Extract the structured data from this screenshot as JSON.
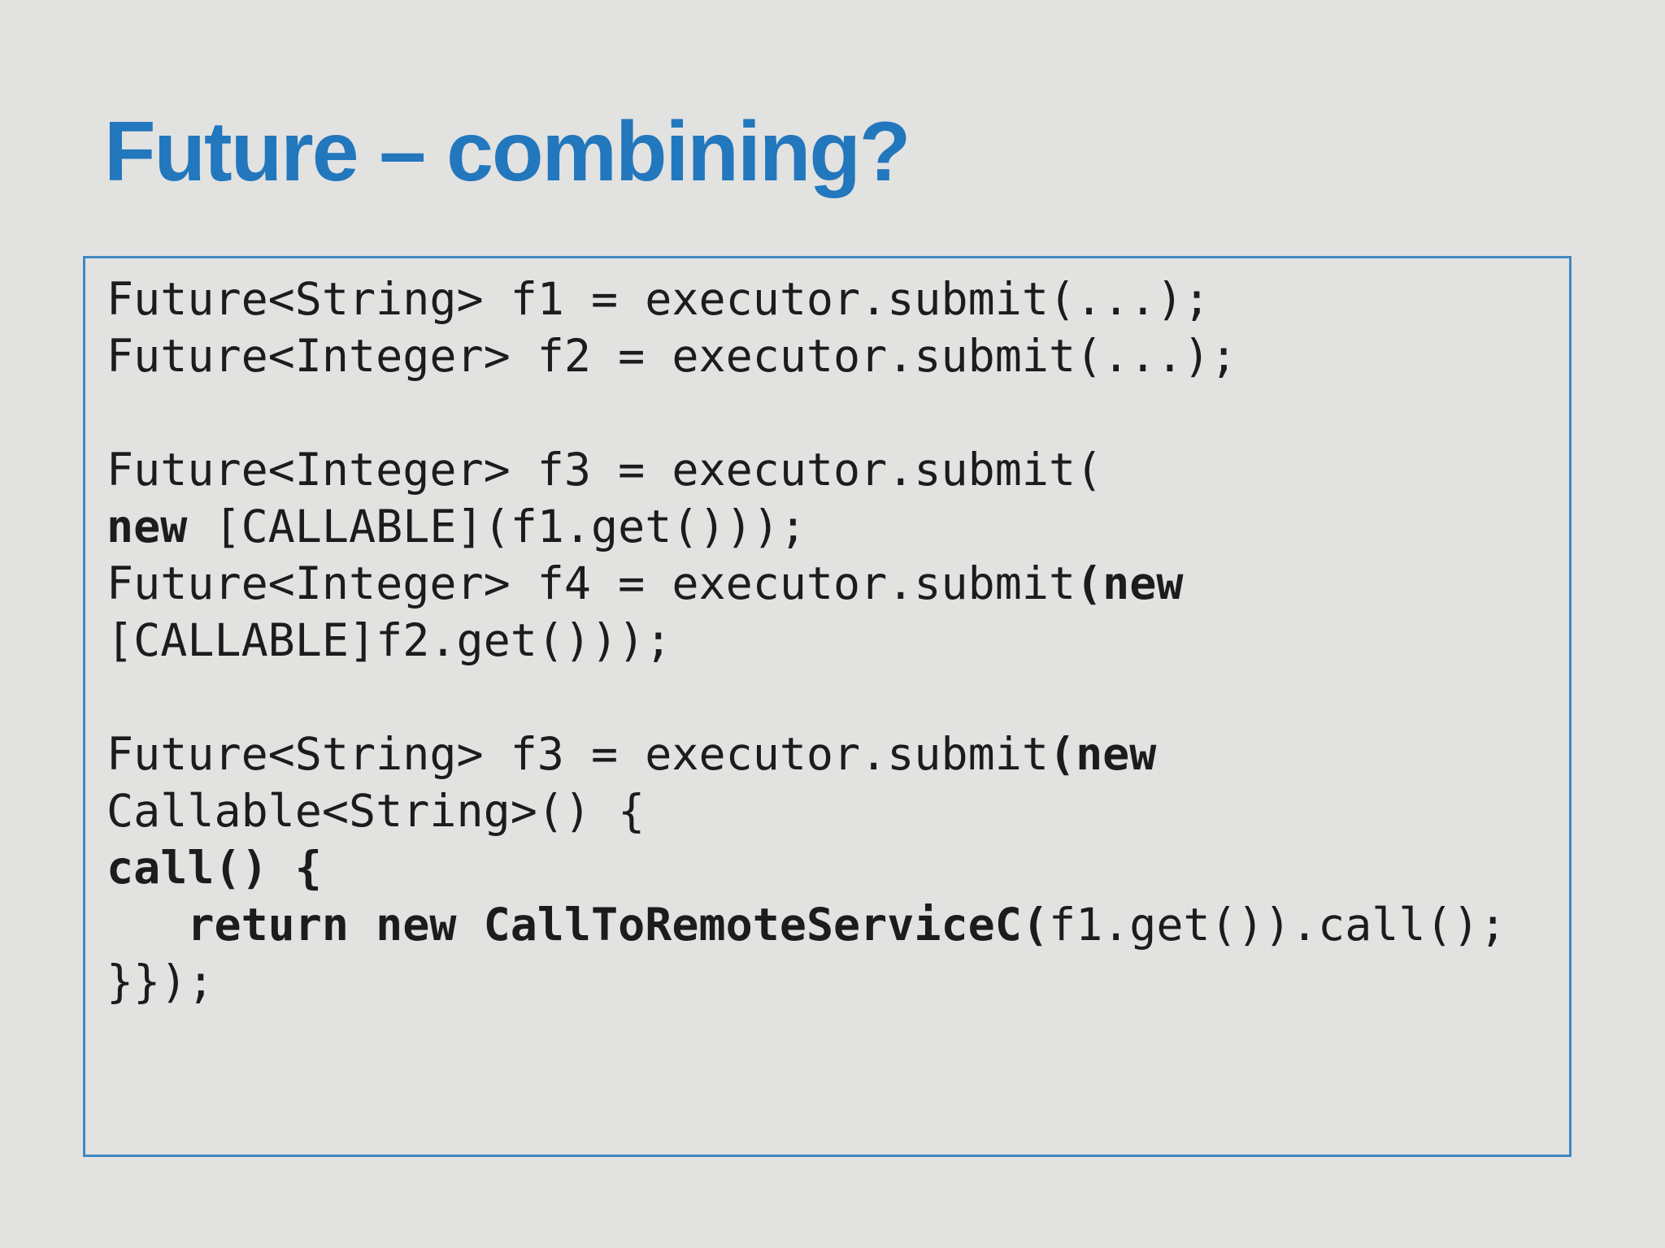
{
  "slide": {
    "title": "Future – combining?",
    "colors": {
      "background": "#e2e2e1",
      "title_text": "#2277bd",
      "code_text": "#1c1c1c",
      "code_box_border": "#4288c4"
    },
    "code_box": {
      "language_hint": "java",
      "lines": [
        [
          {
            "t": "Future<String> f1 = executor.submit(...);",
            "b": false
          }
        ],
        [
          {
            "t": "Future<Integer> f2 = executor.submit(...);",
            "b": false
          }
        ],
        [],
        [
          {
            "t": "Future<Integer> f3 = executor.submit(",
            "b": false
          }
        ],
        [
          {
            "t": "new ",
            "b": true
          },
          {
            "t": "[CALLABLE](f1.get()));",
            "b": false
          }
        ],
        [
          {
            "t": "Future<Integer> f4 = executor.submit",
            "b": false
          },
          {
            "t": "(new",
            "b": true
          }
        ],
        [
          {
            "t": "[CALLABLE]f2.get()));",
            "b": false
          }
        ],
        [],
        [
          {
            "t": "Future<String> f3 = executor.submit",
            "b": false
          },
          {
            "t": "(new",
            "b": true
          }
        ],
        [
          {
            "t": "Callable<String>() {",
            "b": false
          }
        ],
        [
          {
            "t": "call() {",
            "b": true
          }
        ],
        [
          {
            "t": "   ",
            "b": false
          },
          {
            "t": "return new CallToRemoteServiceC(",
            "b": true
          },
          {
            "t": "f1.get()).call();",
            "b": false
          }
        ],
        [
          {
            "t": "}});",
            "b": false
          }
        ]
      ]
    }
  }
}
